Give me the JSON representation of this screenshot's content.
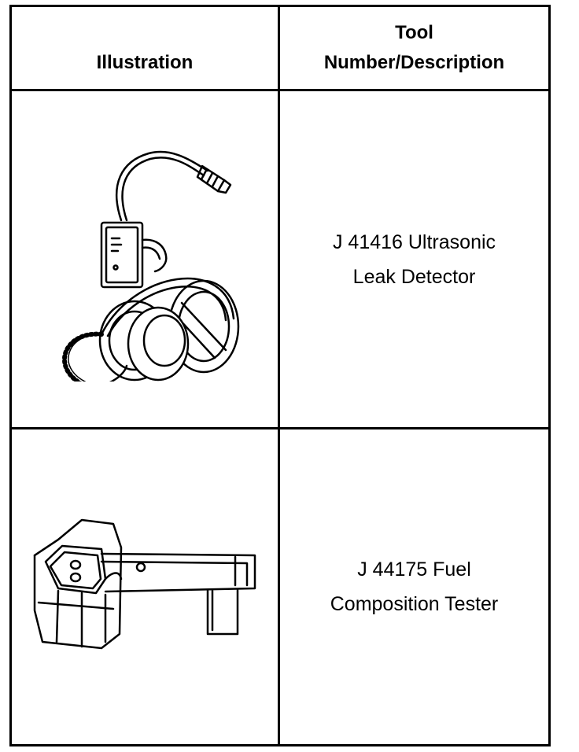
{
  "table": {
    "headers": {
      "illustration": "Illustration",
      "tool_line1": "Tool",
      "tool_line2": "Number/Description"
    },
    "rows": [
      {
        "desc_line1": "J 41416 Ultrasonic",
        "desc_line2": "Leak Detector",
        "icon": "ultrasonic-leak-detector-icon"
      },
      {
        "desc_line1": "J 44175 Fuel",
        "desc_line2": "Composition Tester",
        "icon": "fuel-composition-tester-icon"
      }
    ]
  },
  "colors": {
    "line": "#000000",
    "background": "#ffffff"
  }
}
